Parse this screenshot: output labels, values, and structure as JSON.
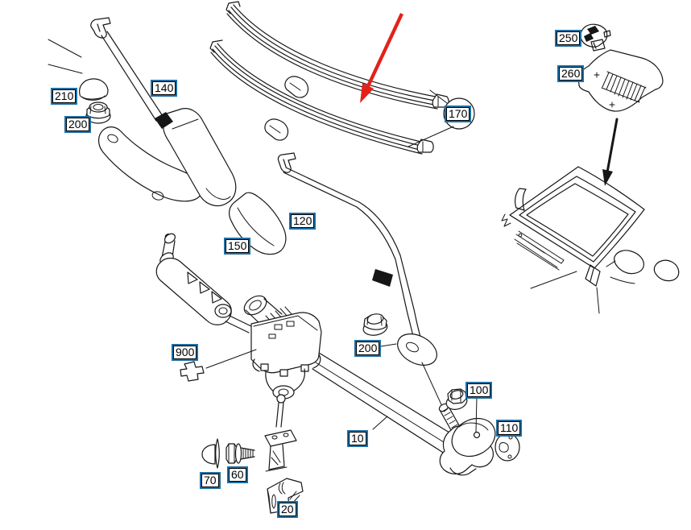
{
  "diagram": {
    "kind": "exploded-parts-diagram",
    "labels": [
      {
        "text": "210"
      },
      {
        "text": "200"
      },
      {
        "text": "140"
      },
      {
        "text": "170"
      },
      {
        "text": "250"
      },
      {
        "text": "260"
      },
      {
        "text": "150"
      },
      {
        "text": "120"
      },
      {
        "text": "900"
      },
      {
        "text": "200"
      },
      {
        "text": "100"
      },
      {
        "text": "110"
      },
      {
        "text": "10"
      },
      {
        "text": "70"
      },
      {
        "text": "60"
      },
      {
        "text": "20"
      }
    ]
  },
  "colors": {
    "label_border": "#1d6fa5",
    "line_art": "#161616",
    "callout_red": "#e32119",
    "background": "#ffffff"
  }
}
